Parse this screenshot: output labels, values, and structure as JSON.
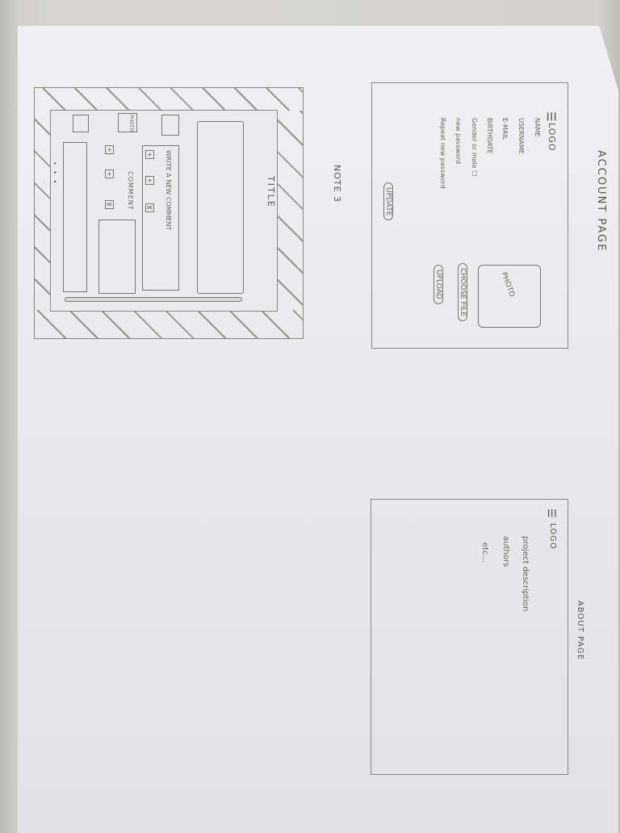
{
  "account_page": {
    "heading": "ACCOUNT PAGE",
    "menu_icon": "hamburger-icon",
    "logo": "LOGO",
    "fields": [
      "NAME",
      "USERNAME",
      "E-MAIL",
      "BIRTHDATE",
      "Gender or male ☐",
      "new password",
      "Repeat new password"
    ],
    "update_button": "UPDATE",
    "photo_label": "PHOTO",
    "choose_file_button": "CHOOSE FILE",
    "upload_button": "UPLOAD"
  },
  "about_page": {
    "heading": "ABOUT PAGE",
    "menu_icon": "hamburger-icon",
    "logo": "LOGO",
    "description_lines": [
      "project description",
      "authors",
      "etc..."
    ]
  },
  "note": {
    "label": "NOTE 3",
    "title": "TITLE",
    "write_comment": "WRITE A NEW COMMENT",
    "comment_label": "COMMENT",
    "photo_label": "PHOTO",
    "ellipsis": "• • •"
  }
}
